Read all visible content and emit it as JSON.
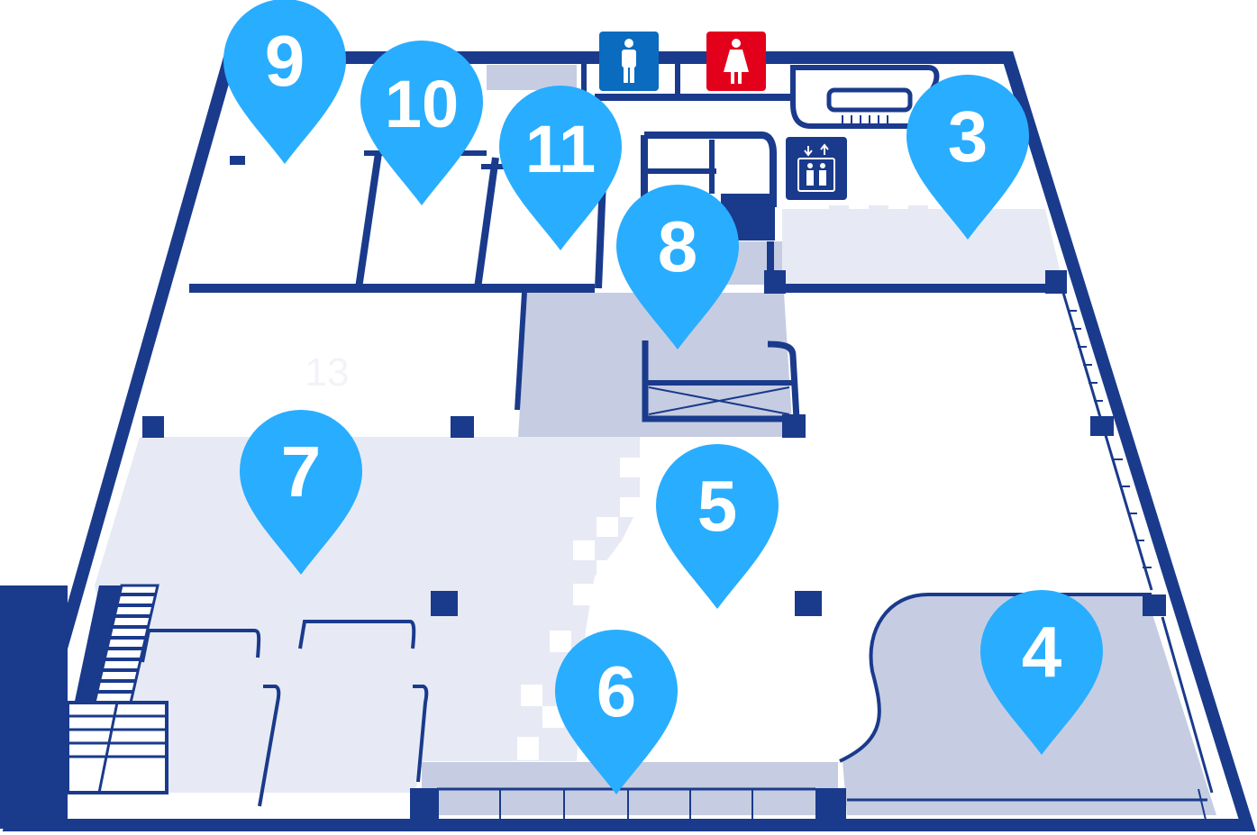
{
  "floor_plan": {
    "colors": {
      "wall": "#1a3a8c",
      "room_light": "#e7eaf4",
      "room_grey": "#c6cde2",
      "room_white": "#ffffff",
      "pin": "#29adff",
      "pin_text": "#ffffff",
      "mens_sign": "#0a6bbf",
      "womens_sign": "#e3001b",
      "elevator_sign": "#1a3a8c"
    },
    "room_13_label": "13",
    "pins": [
      {
        "id": "pin-9",
        "label": "9"
      },
      {
        "id": "pin-10",
        "label": "10"
      },
      {
        "id": "pin-11",
        "label": "11"
      },
      {
        "id": "pin-3",
        "label": "3"
      },
      {
        "id": "pin-8",
        "label": "8"
      },
      {
        "id": "pin-7",
        "label": "7"
      },
      {
        "id": "pin-5",
        "label": "5"
      },
      {
        "id": "pin-4",
        "label": "4"
      },
      {
        "id": "pin-6",
        "label": "6"
      }
    ],
    "icons": [
      {
        "id": "mens-restroom",
        "icon": "male-restroom-icon"
      },
      {
        "id": "womens-restroom",
        "icon": "female-restroom-icon"
      },
      {
        "id": "elevator",
        "icon": "elevator-icon"
      },
      {
        "id": "stairs",
        "icon": "stairs-icon"
      }
    ]
  }
}
